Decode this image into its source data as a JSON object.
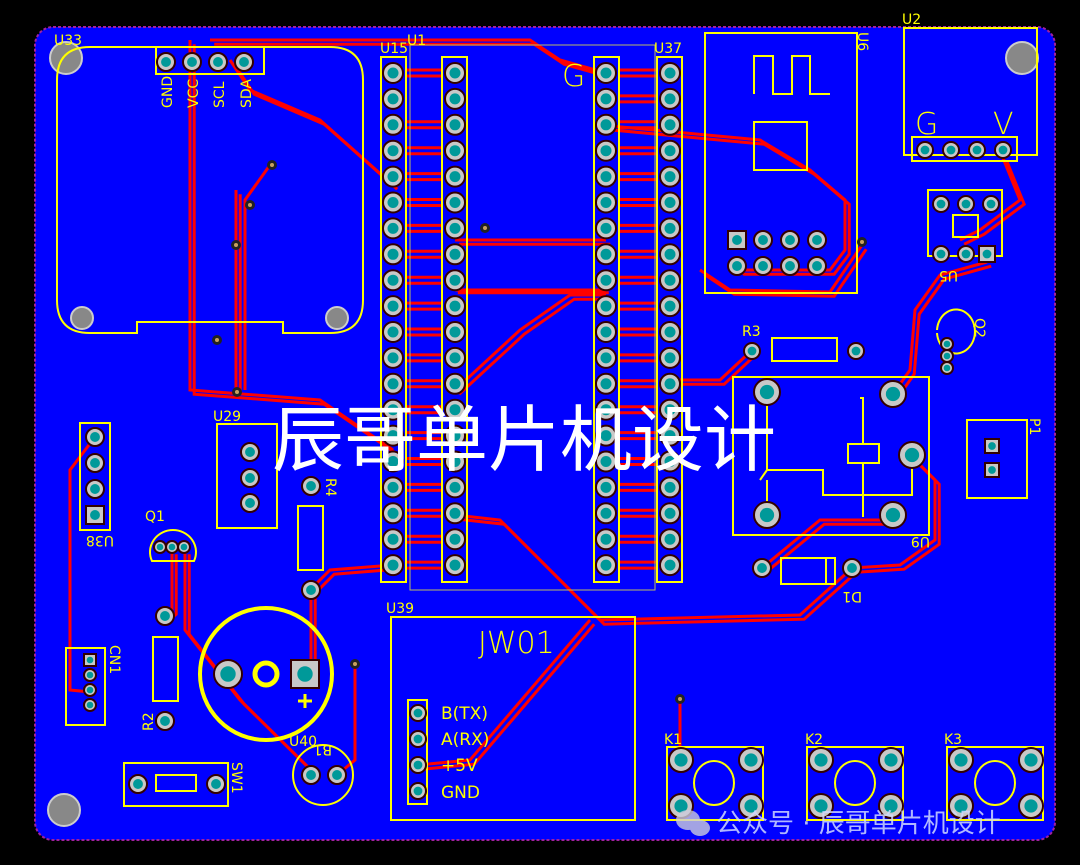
{
  "board": {
    "fill": "#0000ff",
    "outline": "#a020a0",
    "silkscreen": "#ffff00",
    "trace": "#ff0000",
    "pad_ring": "#c8c8c8",
    "pad_hole": "#009999"
  },
  "components": {
    "u33": {
      "ref": "U33",
      "pins": [
        "GND",
        "VCC",
        "SCL",
        "SDA"
      ]
    },
    "u15": {
      "ref": "U15"
    },
    "u1": {
      "ref": "U1"
    },
    "u37": {
      "ref": "U37",
      "mark": "G"
    },
    "u6": {
      "ref": "U6"
    },
    "u2": {
      "ref": "U2",
      "g": "G",
      "v": "V"
    },
    "u5": {
      "ref": "U5"
    },
    "r3": {
      "ref": "R3"
    },
    "q2": {
      "ref": "Q2"
    },
    "p1": {
      "ref": "P1"
    },
    "u9": {
      "ref": "U9"
    },
    "d1": {
      "ref": "D1"
    },
    "u29": {
      "ref": "U29"
    },
    "r4": {
      "ref": "R4"
    },
    "q1": {
      "ref": "Q1"
    },
    "u38": {
      "ref": "U38"
    },
    "cn1": {
      "ref": "CN1"
    },
    "r2": {
      "ref": "R2"
    },
    "u40": {
      "ref": "U40"
    },
    "b1": {
      "ref": "B1"
    },
    "sw1": {
      "ref": "SW1"
    },
    "u39": {
      "ref": "U39",
      "title": "JW01",
      "pins": [
        "B(TX)",
        "A(RX)",
        "+5V",
        "GND"
      ]
    },
    "k1": {
      "ref": "K1"
    },
    "k2": {
      "ref": "K2"
    },
    "k3": {
      "ref": "K3"
    }
  },
  "watermark": {
    "center": "辰哥单片机设计",
    "footer": "公众号 · 辰哥单片机设计"
  }
}
